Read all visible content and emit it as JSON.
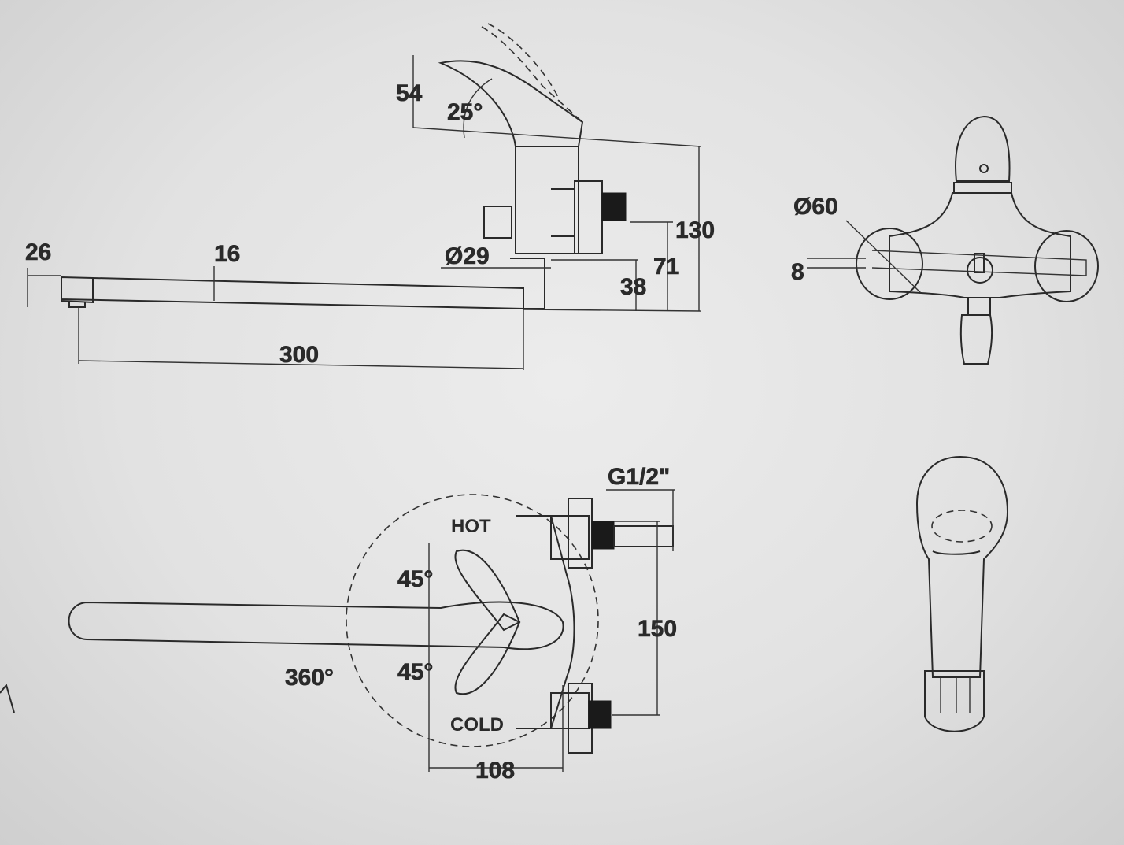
{
  "dimensions": {
    "d54": "54",
    "d25": "25°",
    "d26": "26",
    "d16": "16",
    "d29": "Ø29",
    "d130": "130",
    "d71": "71",
    "d38": "38",
    "d300": "300",
    "d60": "Ø60",
    "d8": "8",
    "g12": "G1/2\"",
    "d45a": "45°",
    "d45b": "45°",
    "d360": "360°",
    "d150": "150",
    "d108": "108"
  },
  "labels": {
    "hot": "HOT",
    "cold": "COLD"
  },
  "colors": {
    "line": "#2a2a2a",
    "background": "#e4e4e4"
  }
}
